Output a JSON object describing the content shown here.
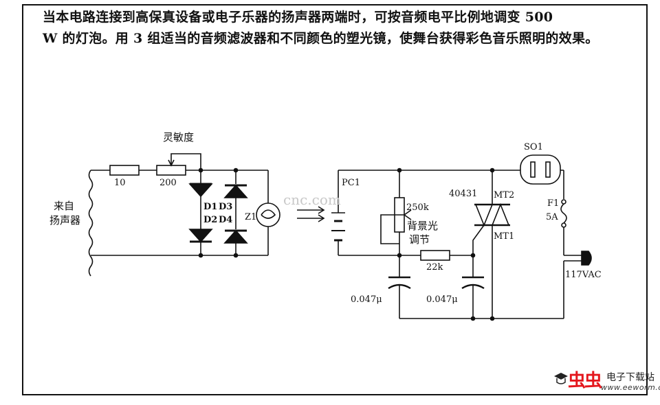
{
  "description": {
    "line1": "当本电路连接到高保真设备或电子乐器的扬声器两端时，可按音频电平比例地调变 500",
    "line2": "W 的灯泡。用 3 组适当的音频滤波器和不同颜色的塑光镜，使舞台获得彩色音乐照明的效果。"
  },
  "labels": {
    "input_1": "来自",
    "input_2": "扬声器",
    "sensitivity": "灵敏度",
    "r1": "10",
    "r2": "200",
    "d1": "D1",
    "d2": "D2",
    "d3": "D3",
    "d4": "D4",
    "z1": "Z1",
    "pc1": "PC1",
    "pot": "250k",
    "bg_1": "背景光",
    "bg_2": "调节",
    "r3": "22k",
    "c1": "0.047μ",
    "c2": "0.047μ",
    "triac": "40431",
    "mt2": "MT2",
    "mt1": "MT1",
    "so1": "SO1",
    "f1": "F1",
    "f1_rating": "5A",
    "mains": "117VAC"
  },
  "watermark": {
    "brand": "虫虫",
    "tagline": "电子下载站",
    "url": "www.eeworm.com",
    "mark": "cnc.com"
  }
}
